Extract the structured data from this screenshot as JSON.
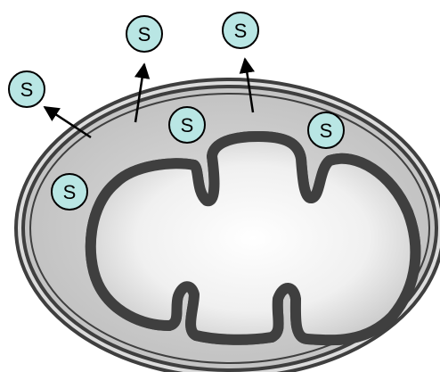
{
  "labels": {
    "molecule": "S"
  },
  "molecules": [
    {
      "id": "outside-far-left",
      "text": "S"
    },
    {
      "id": "outside-top-middle",
      "text": "S"
    },
    {
      "id": "outside-top-right",
      "text": "S"
    },
    {
      "id": "intermembrane-left",
      "text": "S"
    },
    {
      "id": "intermembrane-top-middle",
      "text": "S"
    },
    {
      "id": "intermembrane-top-right",
      "text": "S"
    }
  ],
  "colors": {
    "molecule_fill": "#b9e6e4",
    "molecule_stroke": "#000000",
    "membrane_dark": "#3f3f3f",
    "membrane_light": "#d9d9d9",
    "intermembrane_space": "#c8c8c8",
    "matrix_center": "#ffffff",
    "matrix_edge": "#bdbdbd",
    "arrow": "#000000"
  }
}
